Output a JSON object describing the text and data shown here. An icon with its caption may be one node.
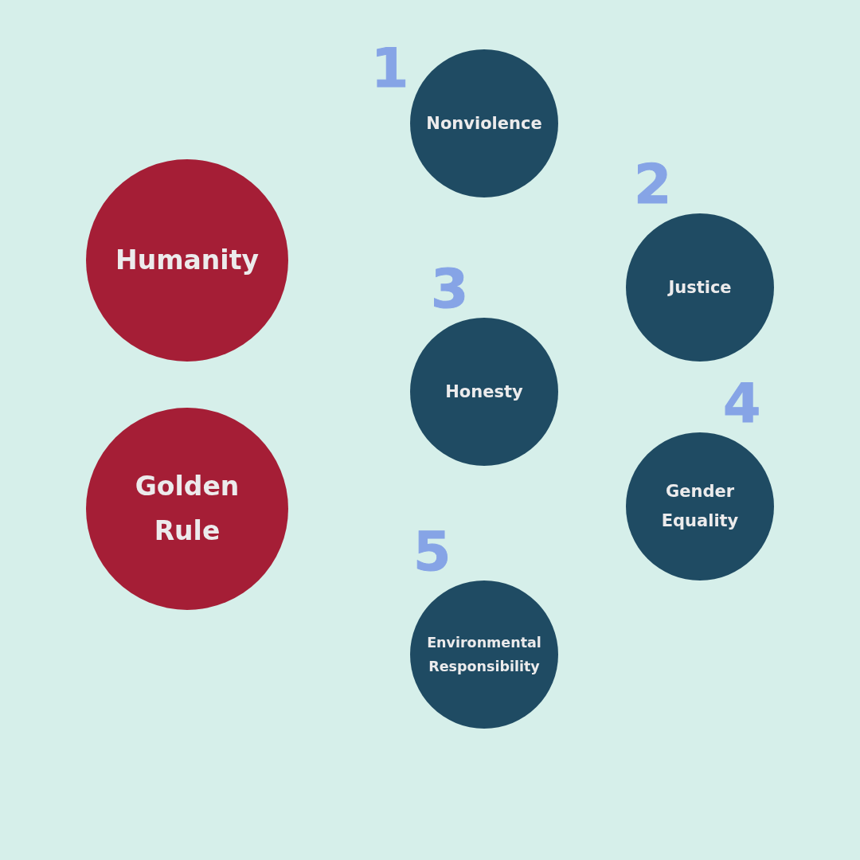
{
  "diagram": {
    "nodes": [
      {
        "text": [
          "Humanity"
        ]
      },
      {
        "text": [
          "Golden Rule"
        ]
      },
      {
        "text": [
          "Nonviolence"
        ],
        "beside": [
          "1"
        ]
      },
      {
        "text": [
          "Justice"
        ],
        "beside": [
          "2"
        ]
      },
      {
        "text": [
          "Honesty"
        ],
        "beside": [
          "3"
        ]
      },
      {
        "text": [
          "Gender Equality"
        ],
        "beside": [
          "4"
        ]
      },
      {
        "text": [
          "Environmental Responsibility"
        ],
        "beside": [
          "5"
        ]
      }
    ]
  }
}
